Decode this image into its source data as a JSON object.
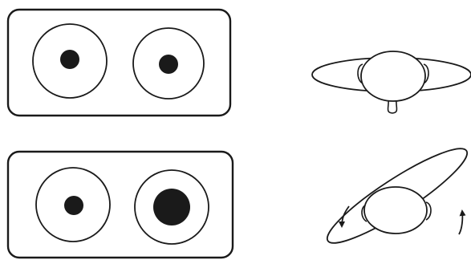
{
  "figure": {
    "ink_color": "#1a1a1a",
    "background_color": "#ffffff",
    "rows": [
      {
        "id": "level",
        "eyes": [
          {
            "side": "left",
            "pupil_size": "small"
          },
          {
            "side": "right",
            "pupil_size": "small"
          }
        ],
        "head_tilt": "level",
        "rotation_arrows": false
      },
      {
        "id": "tilted",
        "eyes": [
          {
            "side": "left",
            "pupil_size": "small"
          },
          {
            "side": "right",
            "pupil_size": "large"
          }
        ],
        "head_tilt": "tilted",
        "rotation_arrows": true
      }
    ]
  }
}
